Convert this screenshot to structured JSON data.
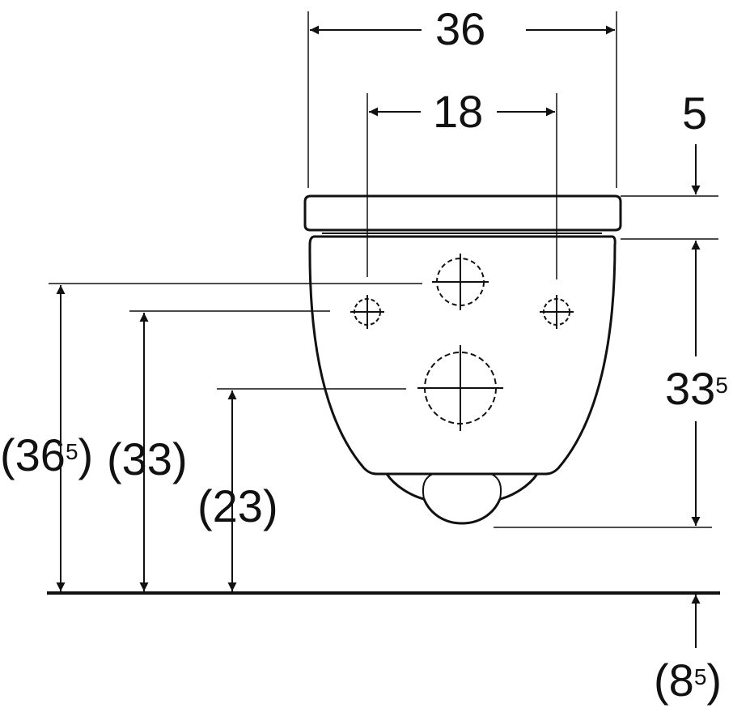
{
  "dimensions": {
    "width_total": {
      "main": "36"
    },
    "width_fixing": {
      "main": "18"
    },
    "seat_thickness": {
      "main": "5"
    },
    "bowl_height": {
      "main": "33",
      "sup": "5"
    },
    "height_a": {
      "open": "(",
      "main": "36",
      "sup": "5",
      "close": ")"
    },
    "height_b": {
      "text": "(33)"
    },
    "height_c": {
      "text": "(23)"
    },
    "floor_gap": {
      "open": "(",
      "main": "8",
      "sup": "5",
      "close": ")"
    }
  },
  "colors": {
    "ink": "#111111",
    "background": "#ffffff"
  }
}
